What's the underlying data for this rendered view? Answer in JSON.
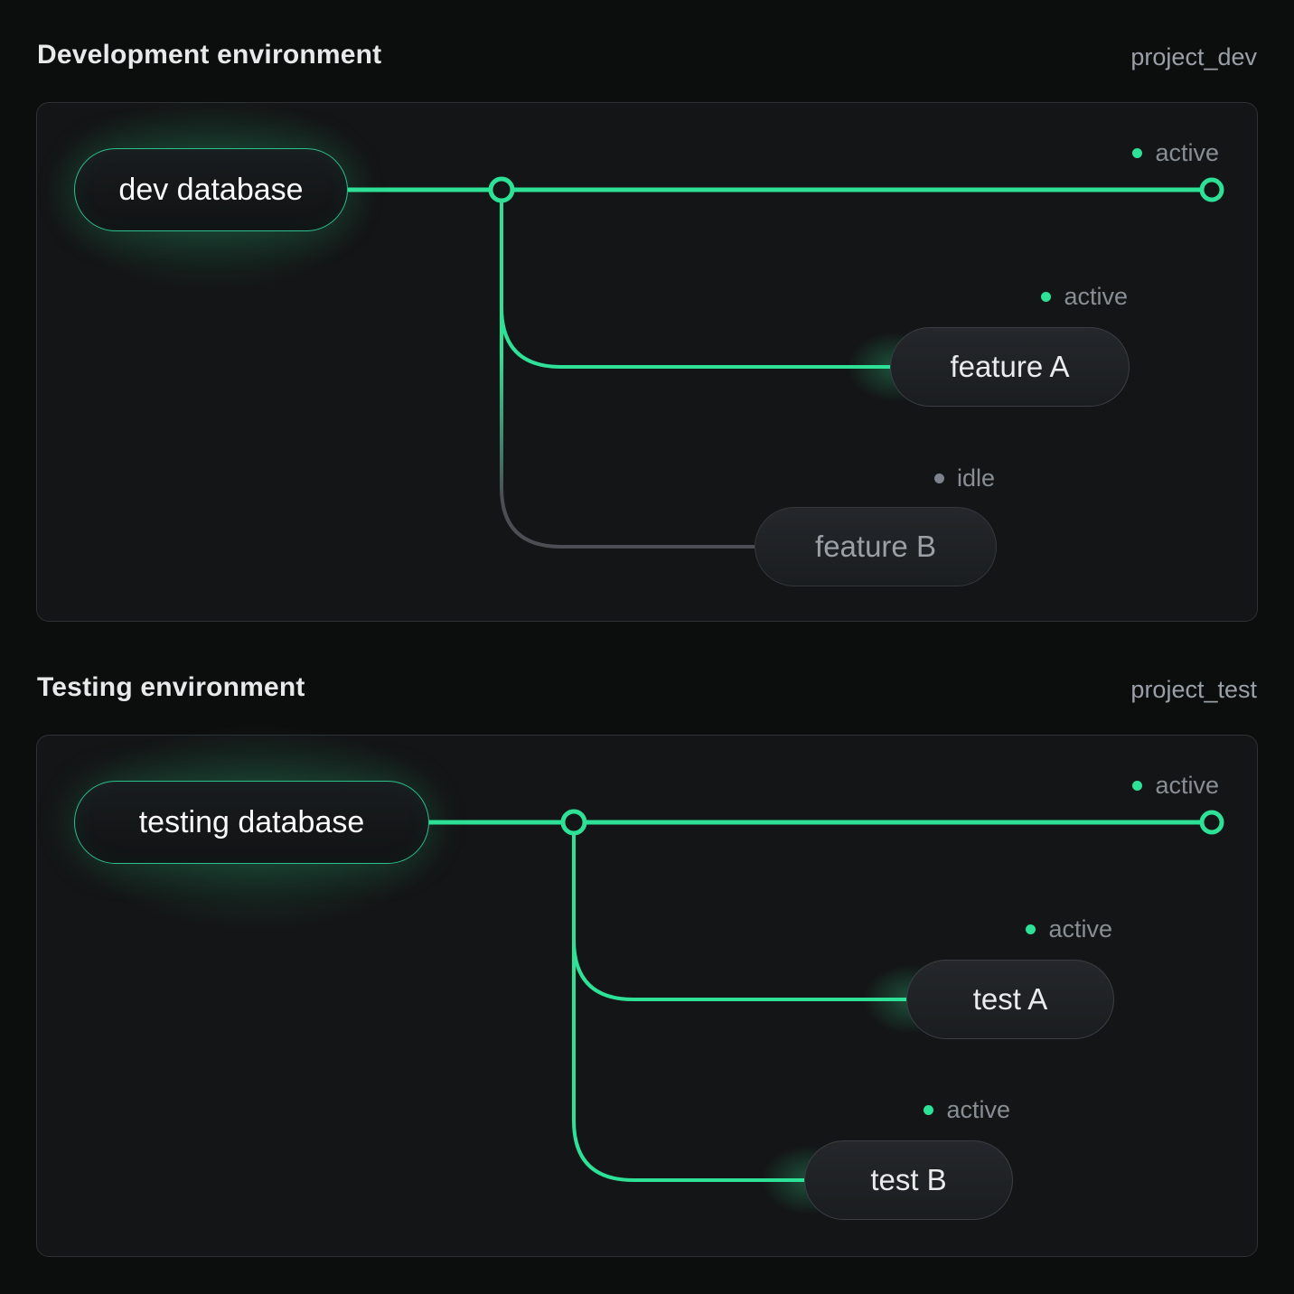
{
  "colors": {
    "accent_green": "#2de196",
    "idle_gray": "#4b4f54",
    "panel_border": "#2e3135",
    "background": "#0c0d0d"
  },
  "environments": [
    {
      "title": "Development environment",
      "project": "project_dev",
      "database": {
        "label": "dev database",
        "status": "active"
      },
      "branches": [
        {
          "label": "feature A",
          "status": "active"
        },
        {
          "label": "feature B",
          "status": "idle"
        }
      ]
    },
    {
      "title": "Testing environment",
      "project": "project_test",
      "database": {
        "label": "testing database",
        "status": "active"
      },
      "branches": [
        {
          "label": "test A",
          "status": "active"
        },
        {
          "label": "test B",
          "status": "active"
        }
      ]
    }
  ]
}
